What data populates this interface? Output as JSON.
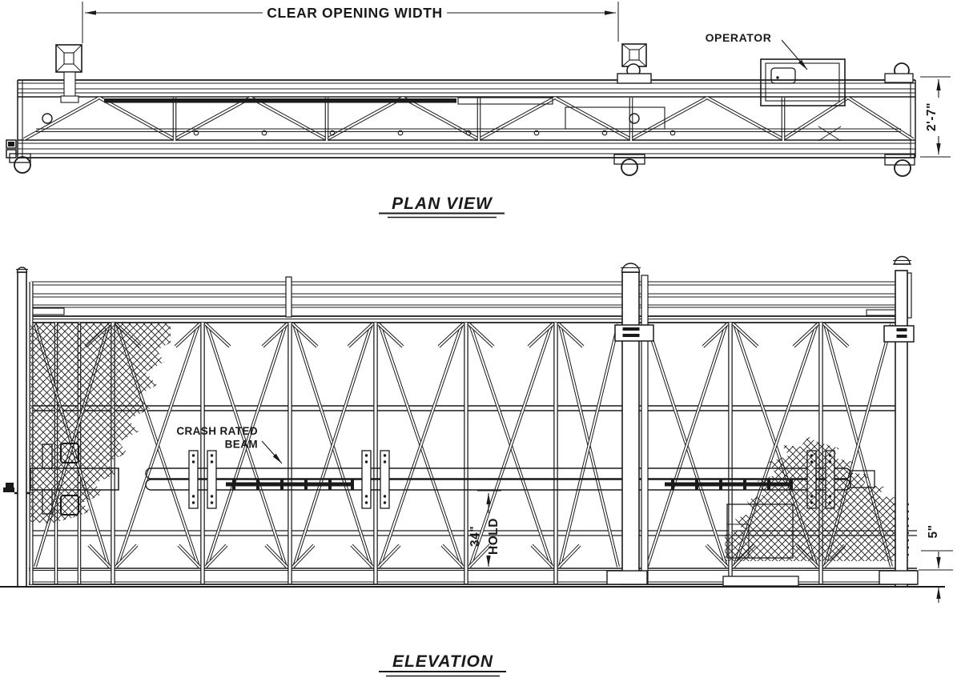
{
  "drawing": {
    "plan": {
      "title": "PLAN VIEW",
      "dim_clear_opening": "CLEAR OPENING WIDTH",
      "dim_truss_depth": "2'-7\"",
      "operator_label": "OPERATOR"
    },
    "elevation": {
      "title": "ELEVATION",
      "beam_label_line1": "CRASH RATED",
      "beam_label_line2": "BEAM",
      "dim_hold_value": "34\"",
      "dim_hold_word": "HOLD",
      "dim_ground_clearance": "5\""
    },
    "colors": {
      "ink": "#1a1a1a",
      "background": "#ffffff"
    }
  }
}
